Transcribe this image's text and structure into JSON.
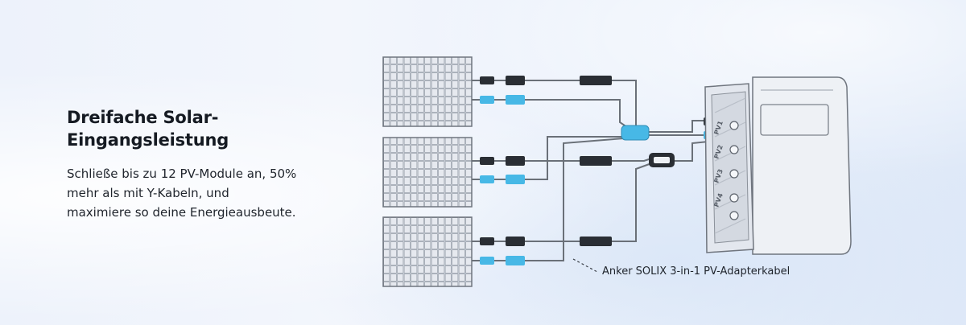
{
  "headline": {
    "line1": "Dreifache Solar-",
    "line2": "Eingangsleistung"
  },
  "description": {
    "line1": "Schließe bis zu 12 PV-Module an, 50%",
    "line2": "mehr als mit Y-Kabeln, und",
    "line3": "maximiere so deine Energieausbeute."
  },
  "diagram": {
    "caption": "Anker SOLIX 3-in-1 PV-Adapterkabel",
    "ports": [
      "PV1",
      "PV2",
      "PV3",
      "PV4"
    ],
    "colors": {
      "positive_connector": "#47b8e6",
      "negative_connector": "#2a2e34",
      "cable": "#6a7078",
      "panel_cell": "#dfe3ea",
      "panel_frame": "#7d838c",
      "station_body": "#eef1f5"
    }
  }
}
